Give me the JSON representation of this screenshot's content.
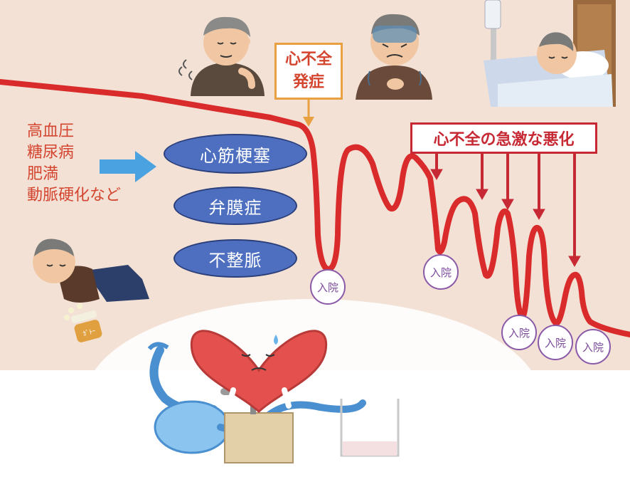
{
  "risk_factors": [
    "高血圧",
    "糖尿病",
    "肥満",
    "動脈硬化など"
  ],
  "diseases": [
    "心筋梗塞",
    "弁膜症",
    "不整脈"
  ],
  "onset_label": [
    "心不全",
    "発症"
  ],
  "worsening_label": "心不全の急激な悪化",
  "admissions": [
    "入院",
    "入院",
    "入院",
    "入院",
    "入院"
  ],
  "pill_label": "ｶﾞﾄｰ",
  "colors": {
    "background": "#f3e1d6",
    "curve": "#d92b2b",
    "accent": "#c72934",
    "pill": "#4e6fc0",
    "admission": "#8a5aa8",
    "arrow": "#e8a040"
  }
}
